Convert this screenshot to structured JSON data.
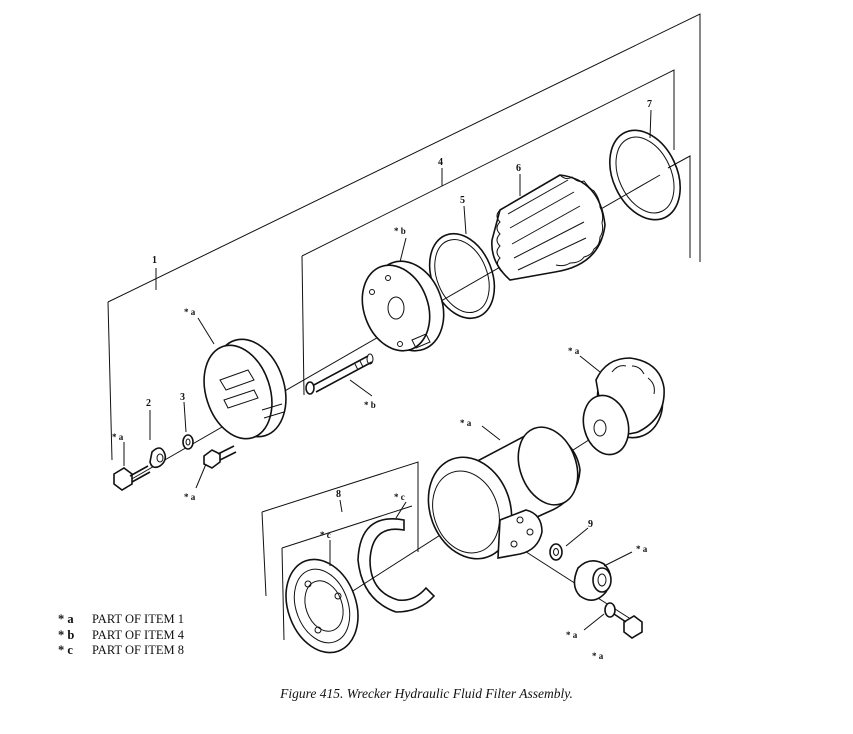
{
  "figure": {
    "caption": "Figure 415. Wrecker Hydraulic Fluid Filter Assembly."
  },
  "callouts": {
    "item_1": "1",
    "item_2": "2",
    "item_3": "3",
    "item_4": "4",
    "item_5": "5",
    "item_6": "6",
    "item_7": "7",
    "item_8": "8",
    "item_9": "9",
    "star_a": "* a",
    "star_b": "* b",
    "star_c": "* c"
  },
  "legend": [
    {
      "key": "* a",
      "text": "PART OF ITEM 1"
    },
    {
      "key": "* b",
      "text": "PART OF ITEM 4"
    },
    {
      "key": "* c",
      "text": "PART OF ITEM 8"
    }
  ]
}
